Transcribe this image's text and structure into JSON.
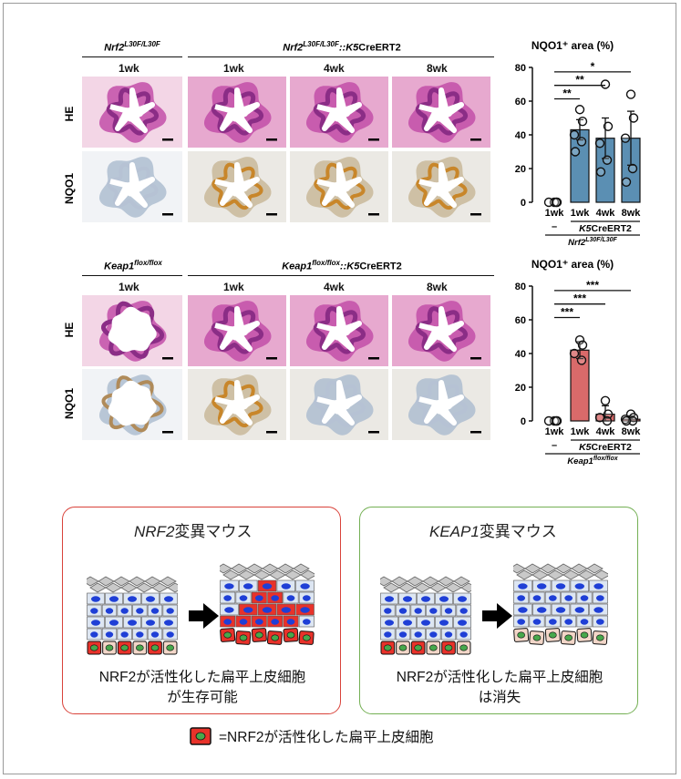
{
  "panels": [
    {
      "id": "nrf2",
      "group_left": {
        "gene": "Nrf2",
        "sup": "L30F/L30F",
        "suffix": ""
      },
      "group_right": {
        "gene": "Nrf2",
        "sup": "L30F/L30F",
        "suffix": "::",
        "k5": "K5",
        "cre": "CreERT2"
      },
      "columns": [
        "1wk",
        "1wk",
        "4wk",
        "8wk"
      ],
      "rows": [
        "HE",
        "NQO1"
      ],
      "chart_title": "NQO1⁺ area (%)",
      "sig": [
        "**",
        "**",
        "*"
      ],
      "xticks": [
        "1wk",
        "1wk",
        "4wk",
        "8wk"
      ],
      "cond_neg": "–",
      "cond_k5": "K5",
      "cond_cre": "CreERT2",
      "genotype": {
        "gene": "Nrf2",
        "sup": "L30F/L30F"
      }
    },
    {
      "id": "keap1",
      "group_left": {
        "gene": "Keap1",
        "sup": "flox/flox",
        "suffix": ""
      },
      "group_right": {
        "gene": "Keap1",
        "sup": "flox/flox",
        "suffix": "::",
        "k5": "K5",
        "cre": "CreERT2"
      },
      "columns": [
        "1wk",
        "1wk",
        "4wk",
        "8wk"
      ],
      "rows": [
        "HE",
        "NQO1"
      ],
      "chart_title": "NQO1⁺ area (%)",
      "sig": [
        "***",
        "***",
        "***"
      ],
      "xticks": [
        "1wk",
        "1wk",
        "4wk",
        "8wk"
      ],
      "cond_neg": "–",
      "cond_k5": "K5",
      "cond_cre": "CreERT2",
      "genotype": {
        "gene": "Keap1",
        "sup": "flox/flox"
      }
    }
  ],
  "chart_data": [
    {
      "type": "bar",
      "title": "NQO1⁺ area (%)",
      "categories": [
        "1wk",
        "1wk",
        "4wk",
        "8wk"
      ],
      "values": [
        0,
        43,
        38,
        38
      ],
      "errors": [
        0,
        6,
        12,
        16
      ],
      "points": [
        [
          0,
          0,
          0,
          0
        ],
        [
          55,
          48,
          40,
          36,
          30
        ],
        [
          70,
          45,
          35,
          25,
          18
        ],
        [
          64,
          50,
          38,
          20,
          12
        ]
      ],
      "colors": [
        "#b8d4e6",
        "#5b8fb3"
      ],
      "ylim": [
        0,
        80
      ],
      "yticks": [
        0,
        20,
        40,
        60,
        80
      ]
    },
    {
      "type": "bar",
      "title": "NQO1⁺ area (%)",
      "categories": [
        "1wk",
        "1wk",
        "4wk",
        "8wk"
      ],
      "values": [
        0,
        42,
        4,
        1
      ],
      "errors": [
        0,
        5,
        5,
        2
      ],
      "points": [
        [
          0,
          0,
          0,
          0
        ],
        [
          48,
          45,
          40,
          36
        ],
        [
          12,
          4,
          2,
          0
        ],
        [
          4,
          2,
          1,
          0,
          0
        ]
      ],
      "colors": [
        "#f4c0c0",
        "#d96a6a"
      ],
      "ylim": [
        0,
        80
      ],
      "yticks": [
        0,
        20,
        40,
        60,
        80
      ]
    }
  ],
  "boxes": [
    {
      "title_italic": "NRF2",
      "title_rest": "変異マウス",
      "caption_line1": "NRF2が活性化した扁平上皮細胞",
      "caption_line2": "が生存可能",
      "color": "#d9423a"
    },
    {
      "title_italic": "KEAP1",
      "title_rest": "変異マウス",
      "caption_line1": "NRF2が活性化した扁平上皮細胞",
      "caption_line2": "は消失",
      "color": "#74b054"
    }
  ],
  "legend": {
    "text": "=NRF2が活性化した扁平上皮細胞"
  }
}
